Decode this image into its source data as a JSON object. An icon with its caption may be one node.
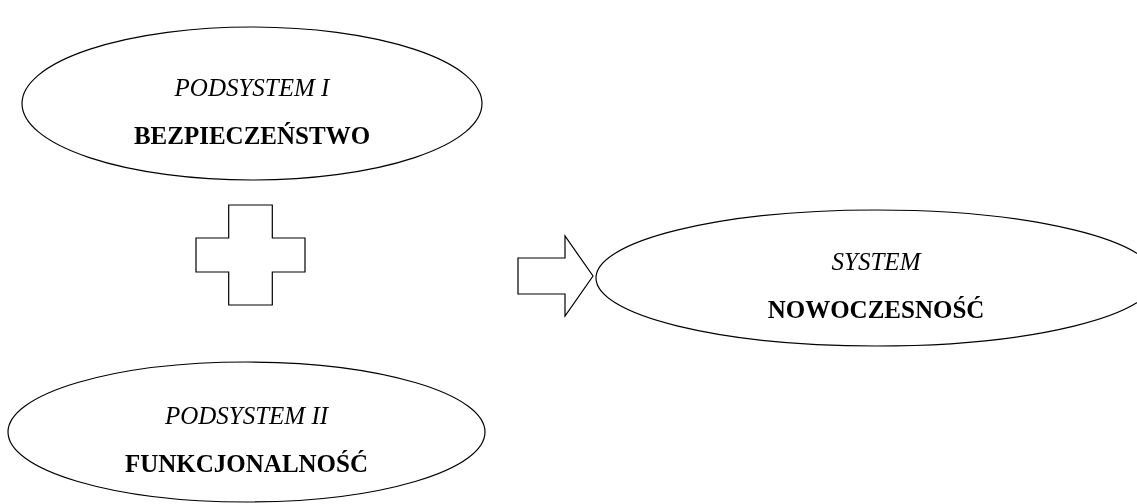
{
  "diagram": {
    "nodes": [
      {
        "text": [
          "PODSYSTEM I",
          "BEZPIECZEŃSTWO"
        ]
      },
      {
        "text": [],
        "shape": "plus"
      },
      {
        "text": [
          "PODSYSTEM II",
          "FUNKCJONALNOŚĆ"
        ]
      },
      {
        "text": [
          "SYSTEM",
          "NOWOCZESNOŚĆ"
        ]
      }
    ],
    "edges": [
      {
        "from": null,
        "to": 3,
        "arrow": "to"
      }
    ]
  }
}
